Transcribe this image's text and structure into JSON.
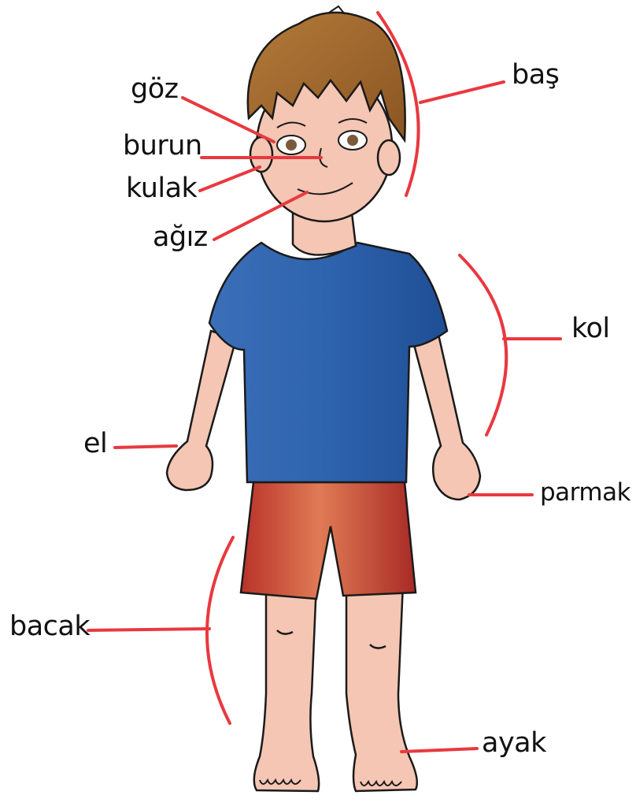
{
  "labels": {
    "bas": "baş",
    "goz": "göz",
    "burun": "burun",
    "kulak": "kulak",
    "agiz": "ağız",
    "kol": "kol",
    "el": "el",
    "parmak": "parmak",
    "bacak": "bacak",
    "ayak": "ayak"
  },
  "colors": {
    "leader_line": "#e8393f",
    "skin": "#f4c6b3",
    "hair": "#a86b2c",
    "shirt": "#2f5fa8",
    "shorts": "#c2372e",
    "outline": "#1a1a1a"
  }
}
